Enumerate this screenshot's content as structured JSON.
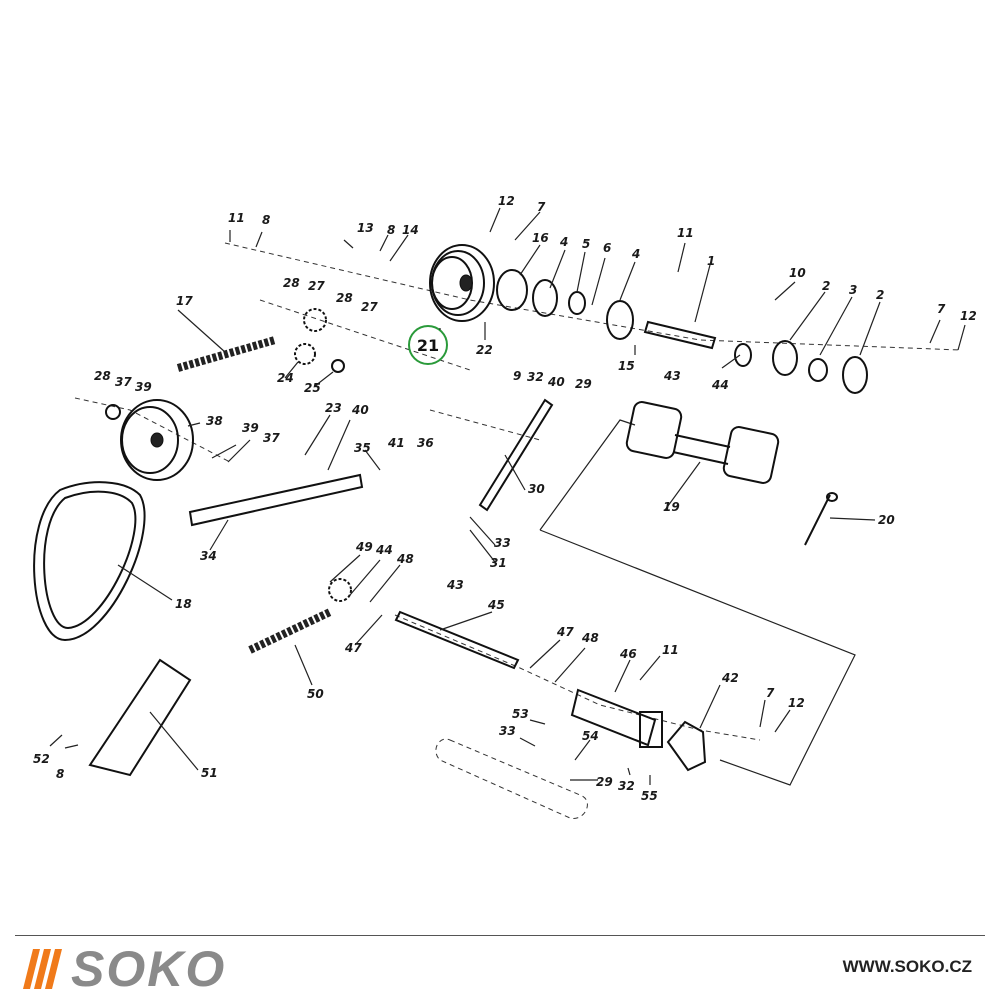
{
  "diagram": {
    "highlight_label": "21",
    "labels": [
      {
        "id": "11a",
        "text": "11"
      },
      {
        "id": "8a",
        "text": "8"
      },
      {
        "id": "13",
        "text": "13"
      },
      {
        "id": "8b",
        "text": "8"
      },
      {
        "id": "14",
        "text": "14"
      },
      {
        "id": "12a",
        "text": "12"
      },
      {
        "id": "7a",
        "text": "7"
      },
      {
        "id": "16",
        "text": "16"
      },
      {
        "id": "4a",
        "text": "4"
      },
      {
        "id": "5",
        "text": "5"
      },
      {
        "id": "6",
        "text": "6"
      },
      {
        "id": "4b",
        "text": "4"
      },
      {
        "id": "11b",
        "text": "11"
      },
      {
        "id": "1",
        "text": "1"
      },
      {
        "id": "10",
        "text": "10"
      },
      {
        "id": "2a",
        "text": "2"
      },
      {
        "id": "3",
        "text": "3"
      },
      {
        "id": "2b",
        "text": "2"
      },
      {
        "id": "7b",
        "text": "7"
      },
      {
        "id": "12b",
        "text": "12"
      },
      {
        "id": "28a",
        "text": "28"
      },
      {
        "id": "27a",
        "text": "27"
      },
      {
        "id": "28b",
        "text": "28"
      },
      {
        "id": "27b",
        "text": "27"
      },
      {
        "id": "17",
        "text": "17"
      },
      {
        "id": "22",
        "text": "22"
      },
      {
        "id": "15",
        "text": "15"
      },
      {
        "id": "43a",
        "text": "43"
      },
      {
        "id": "44a",
        "text": "44"
      },
      {
        "id": "24",
        "text": "24"
      },
      {
        "id": "25",
        "text": "25"
      },
      {
        "id": "28c",
        "text": "28"
      },
      {
        "id": "37a",
        "text": "37"
      },
      {
        "id": "39a",
        "text": "39"
      },
      {
        "id": "9",
        "text": "9"
      },
      {
        "id": "32a",
        "text": "32"
      },
      {
        "id": "40a",
        "text": "40"
      },
      {
        "id": "29a",
        "text": "29"
      },
      {
        "id": "38",
        "text": "38"
      },
      {
        "id": "23",
        "text": "23"
      },
      {
        "id": "40b",
        "text": "40"
      },
      {
        "id": "39b",
        "text": "39"
      },
      {
        "id": "37b",
        "text": "37"
      },
      {
        "id": "41",
        "text": "41"
      },
      {
        "id": "36",
        "text": "36"
      },
      {
        "id": "35",
        "text": "35"
      },
      {
        "id": "30",
        "text": "30"
      },
      {
        "id": "19",
        "text": "19"
      },
      {
        "id": "20",
        "text": "20"
      },
      {
        "id": "34",
        "text": "34"
      },
      {
        "id": "33a",
        "text": "33"
      },
      {
        "id": "31",
        "text": "31"
      },
      {
        "id": "49",
        "text": "49"
      },
      {
        "id": "44b",
        "text": "44"
      },
      {
        "id": "48a",
        "text": "48"
      },
      {
        "id": "43b",
        "text": "43"
      },
      {
        "id": "18",
        "text": "18"
      },
      {
        "id": "45",
        "text": "45"
      },
      {
        "id": "47a",
        "text": "47"
      },
      {
        "id": "47b",
        "text": "47"
      },
      {
        "id": "48b",
        "text": "48"
      },
      {
        "id": "46",
        "text": "46"
      },
      {
        "id": "11c",
        "text": "11"
      },
      {
        "id": "42",
        "text": "42"
      },
      {
        "id": "50",
        "text": "50"
      },
      {
        "id": "7c",
        "text": "7"
      },
      {
        "id": "12c",
        "text": "12"
      },
      {
        "id": "53a",
        "text": "53"
      },
      {
        "id": "33b",
        "text": "33"
      },
      {
        "id": "54",
        "text": "54"
      },
      {
        "id": "29b",
        "text": "29"
      },
      {
        "id": "32b",
        "text": "32"
      },
      {
        "id": "55",
        "text": "55"
      },
      {
        "id": "52",
        "text": "52"
      },
      {
        "id": "8c",
        "text": "8"
      },
      {
        "id": "51",
        "text": "51"
      }
    ]
  },
  "footer": {
    "brand": "SOKO",
    "url": "WWW.SOKO.CZ",
    "brand_color": "#f07a1a",
    "logo_text_color": "#8a8a8a"
  }
}
